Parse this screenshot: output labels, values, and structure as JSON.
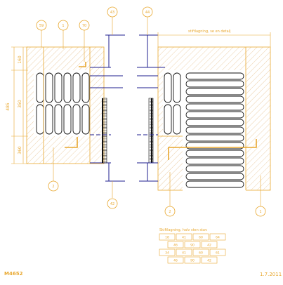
{
  "drawing": {
    "code": "M4652",
    "date": "1.7.2011",
    "colors": {
      "orange": "#e8a72e",
      "blue": "#1f1f8f",
      "black": "#111111",
      "hatch": "#d9a450"
    }
  },
  "callouts": {
    "top": [
      "59",
      "1",
      "70",
      "43",
      "44"
    ],
    "bottom_left": "2",
    "bottom_mid": "42",
    "bottom_right_a": "2",
    "bottom_right_b": "1"
  },
  "dimensions": {
    "left_total": "485",
    "left_top": "160",
    "left_mid": "350",
    "left_bottom": "360",
    "top_right": "stiftlagning, se en detalj"
  },
  "legend": {
    "title": "Skiftlagning, halv sten stav",
    "rows": [
      [
        "18",
        "41",
        "60",
        "64"
      ],
      [
        "46",
        "90",
        "42"
      ],
      [
        "34",
        "41",
        "60",
        "61"
      ],
      [
        "46",
        "90",
        "42"
      ]
    ]
  }
}
